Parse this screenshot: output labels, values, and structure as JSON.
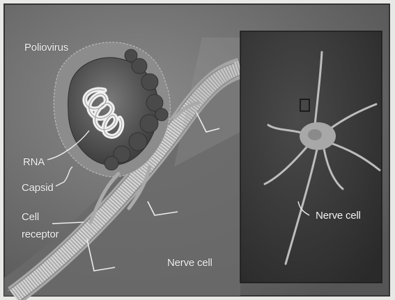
{
  "labels": {
    "poliovirus": "Poliovirus",
    "rna": "RNA",
    "capsid": "Capsid",
    "cell_receptor_line1": "Cell",
    "cell_receptor_line2": "receptor",
    "nerve_cell_membrane": "Nerve cell",
    "nerve_cell_inset": "Nerve cell"
  },
  "colors": {
    "background": "#6e6e6e",
    "inset_background": "#3a3a3a",
    "membrane": "#c8c8c8",
    "virus_shell": "#5a5a5a",
    "text": "#f4f4f4"
  }
}
